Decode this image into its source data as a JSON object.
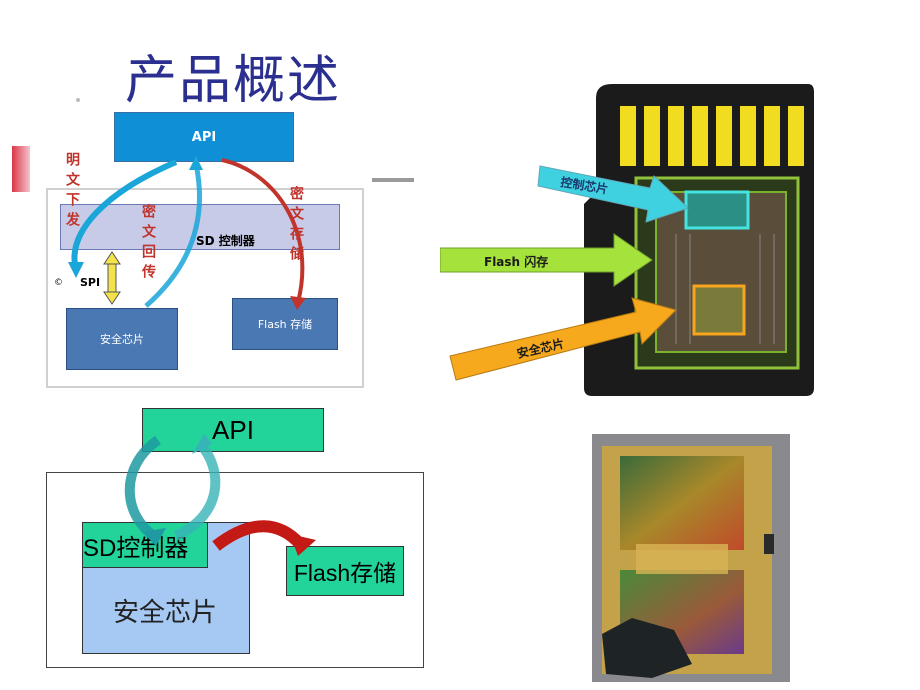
{
  "title": "产品概述",
  "diagram1": {
    "api": "API",
    "sd_controller": "SD 控制器",
    "secure_chip": "安全芯片",
    "flash_storage": "Flash 存储",
    "spi": "SPI",
    "copyright": "©",
    "plaintext_down": "明文下发",
    "ciphertext_back": "密文回传",
    "ciphertext_store": "密文存储"
  },
  "sd_card_photo": {
    "label_controller": "控制芯片",
    "label_flash": "Flash 闪存",
    "label_secure": "安全芯片"
  },
  "diagram2": {
    "api": "API",
    "sd_controller": "SD控制器",
    "flash_storage": "Flash存储",
    "secure_chip": "安全芯片"
  }
}
